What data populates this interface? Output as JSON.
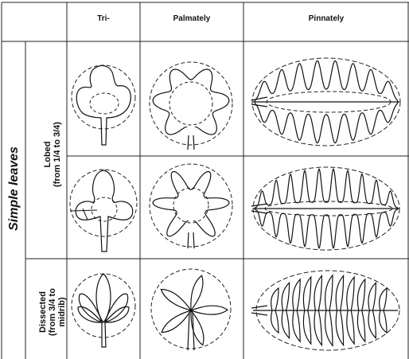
{
  "columns": {
    "tri": "Tri-",
    "palmately": "Palmately",
    "pinnately": "Pinnately"
  },
  "row_group": "Simple leaves",
  "rows": {
    "lobed": [
      "Lobed",
      "(from 1/4 to 3/4)"
    ],
    "dissected": [
      "Dissected",
      "(from 3/4 to",
      "midrib)"
    ]
  }
}
